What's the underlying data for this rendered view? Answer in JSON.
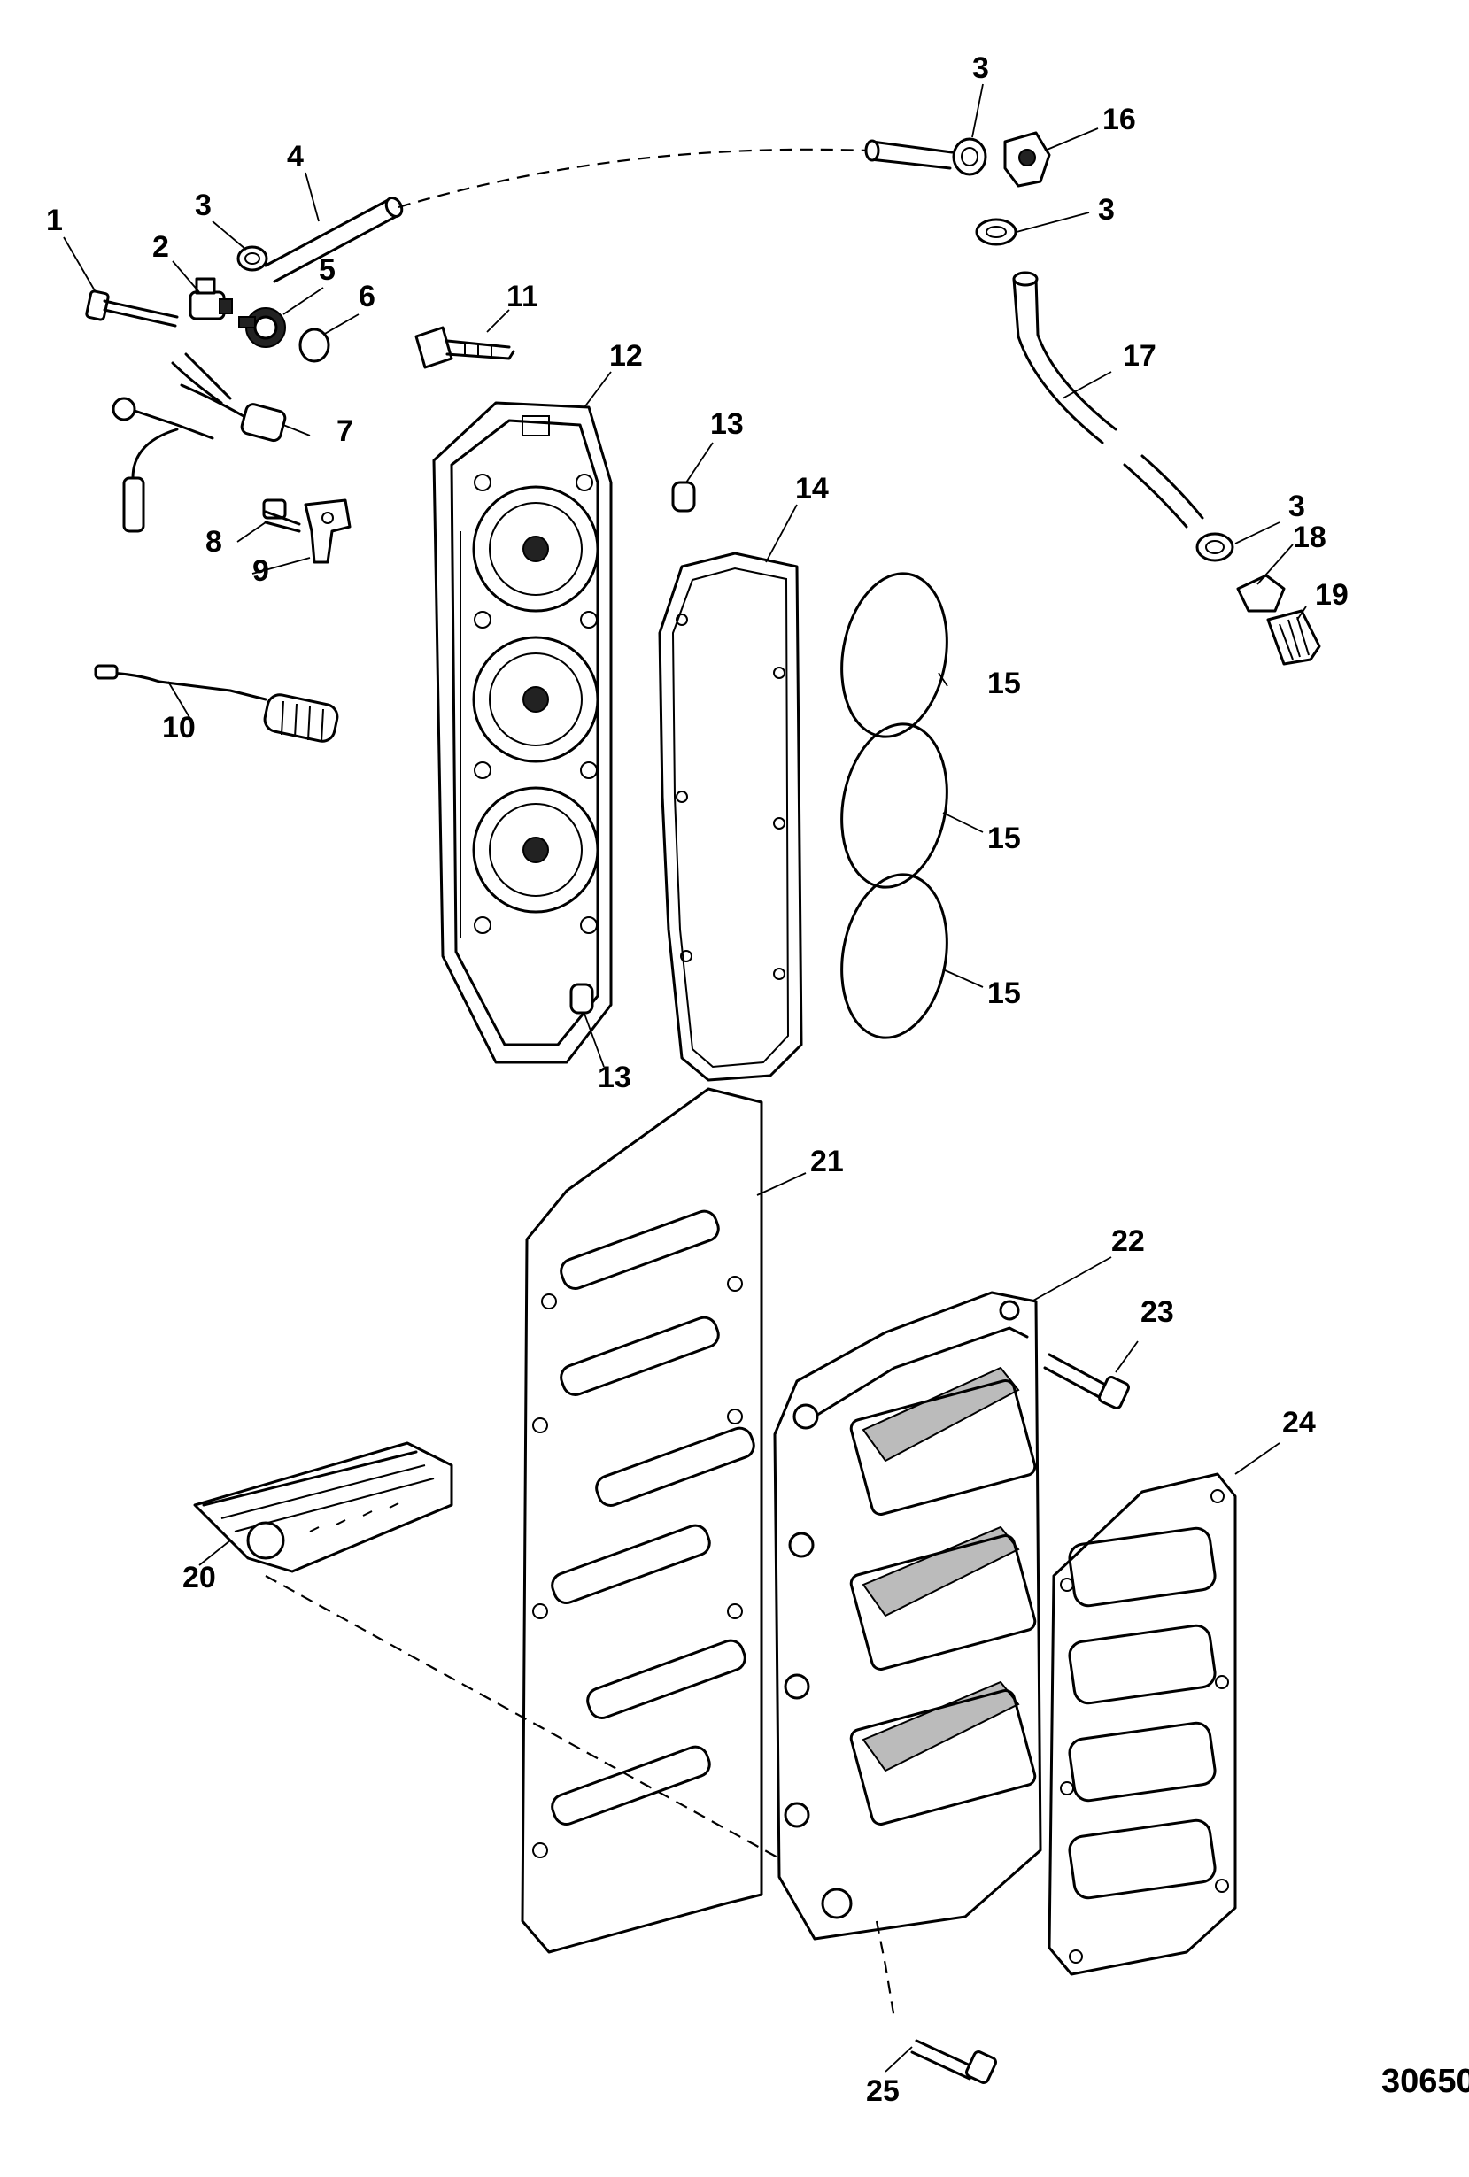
{
  "diagram": {
    "figure_id": "30650",
    "callouts": [
      "1",
      "2",
      "3",
      "4",
      "5",
      "6",
      "7",
      "8",
      "9",
      "10",
      "11",
      "12",
      "13",
      "14",
      "15",
      "16",
      "17",
      "18",
      "19",
      "20",
      "21",
      "22",
      "23",
      "24",
      "25"
    ]
  },
  "labels": {
    "l1": "1",
    "l2": "2",
    "l3a": "3",
    "l3b": "3",
    "l3c": "3",
    "l3d": "3",
    "l4": "4",
    "l5": "5",
    "l6": "6",
    "l7": "7",
    "l8": "8",
    "l9": "9",
    "l10": "10",
    "l11": "11",
    "l12": "12",
    "l13a": "13",
    "l13b": "13",
    "l14": "14",
    "l15a": "15",
    "l15b": "15",
    "l15c": "15",
    "l16": "16",
    "l17": "17",
    "l18": "18",
    "l19": "19",
    "l20": "20",
    "l21": "21",
    "l22": "22",
    "l23": "23",
    "l24": "24",
    "l25": "25"
  }
}
